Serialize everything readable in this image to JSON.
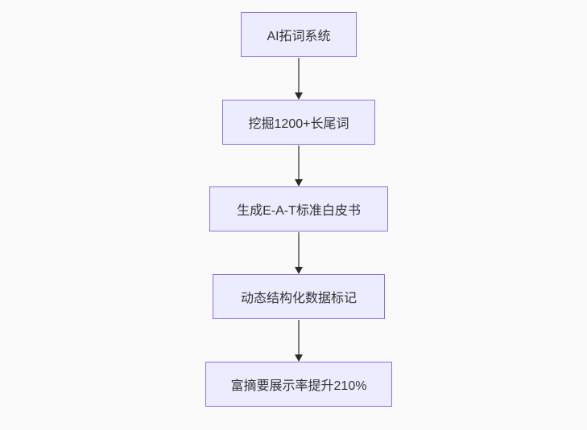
{
  "diagram": {
    "type": "flowchart",
    "direction": "top-down",
    "nodes": [
      {
        "id": "node-1",
        "label": "AI拓词系统"
      },
      {
        "id": "node-2",
        "label": "挖掘1200+长尾词"
      },
      {
        "id": "node-3",
        "label": "生成E-A-T标准白皮书"
      },
      {
        "id": "node-4",
        "label": "动态结构化数据标记"
      },
      {
        "id": "node-5",
        "label": "富摘要展示率提升210%"
      }
    ],
    "edges": [
      {
        "from": "node-1",
        "to": "node-2",
        "style": "arrow-down"
      },
      {
        "from": "node-2",
        "to": "node-3",
        "style": "arrow-down"
      },
      {
        "from": "node-3",
        "to": "node-4",
        "style": "arrow-down"
      },
      {
        "from": "node-4",
        "to": "node-5",
        "style": "arrow-down"
      }
    ],
    "colors": {
      "background": "#fafafa",
      "node_fill": "#ECECFF",
      "node_border": "#9370DB",
      "node_text": "#333333",
      "edge_line": "#7d7d7d",
      "edge_arrowhead": "#2b2b2b"
    }
  }
}
